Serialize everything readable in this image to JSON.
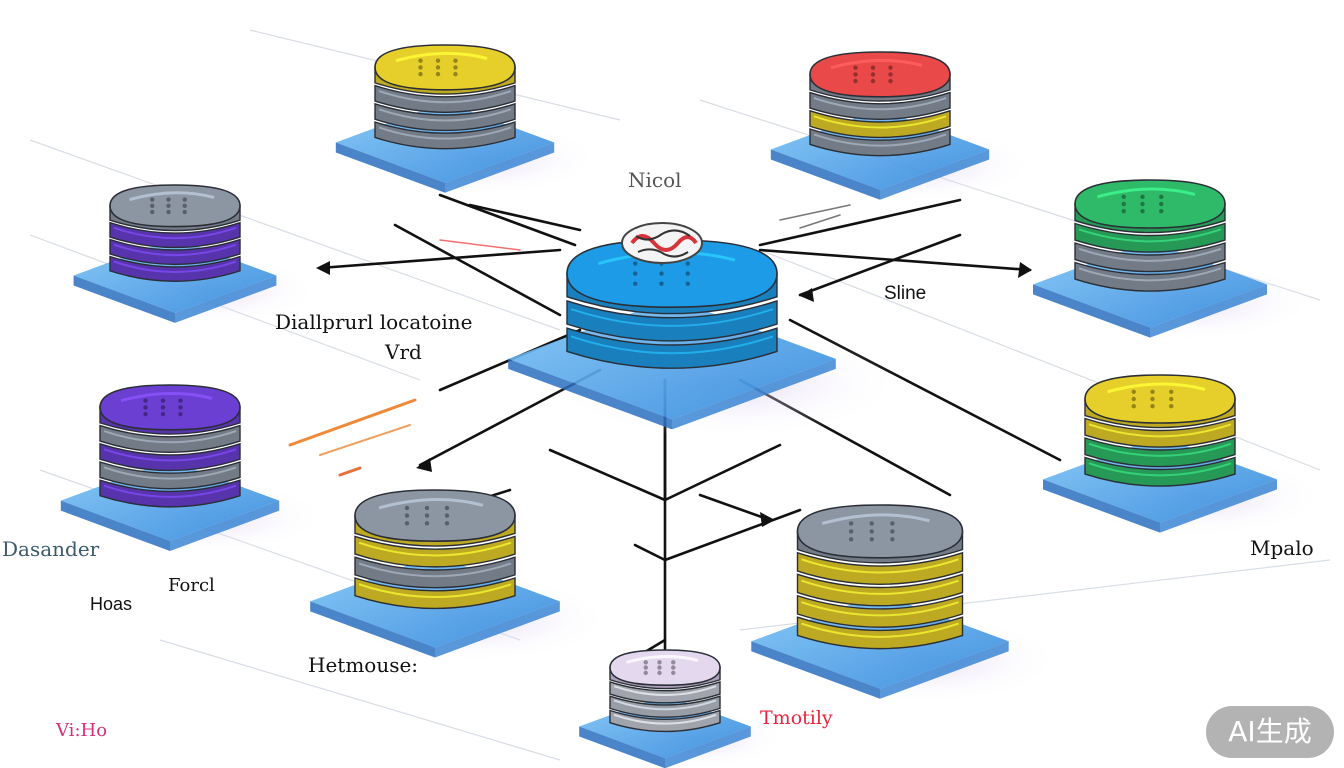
{
  "labels": {
    "hub_top": "Nicol",
    "left_main": "Diallprurl locatoine",
    "left_sub": "Vrd",
    "right_mid": "Sline",
    "far_left": "Dasander",
    "left_low1": "Hoas",
    "left_low2": "Forcl",
    "bottom_mid": "Hetmouse:",
    "bottom_left": "Vi:Ho",
    "bottom_right": "Tmotily",
    "right_low": "Mpalo"
  },
  "watermark": "AI生成",
  "colors": {
    "hub": "#1e9be6",
    "yellow": "#e6cf2a",
    "red": "#ea4949",
    "green": "#2fba6a",
    "purple": "#6a3fd1",
    "gray": "#8c96a3",
    "base_blue": "#4aa3e8",
    "label_pink": "#d4307a",
    "label_red": "#e8263d"
  },
  "icons": [
    "server-stack-icon",
    "chip-icon",
    "connector-line",
    "arrow-icon"
  ]
}
